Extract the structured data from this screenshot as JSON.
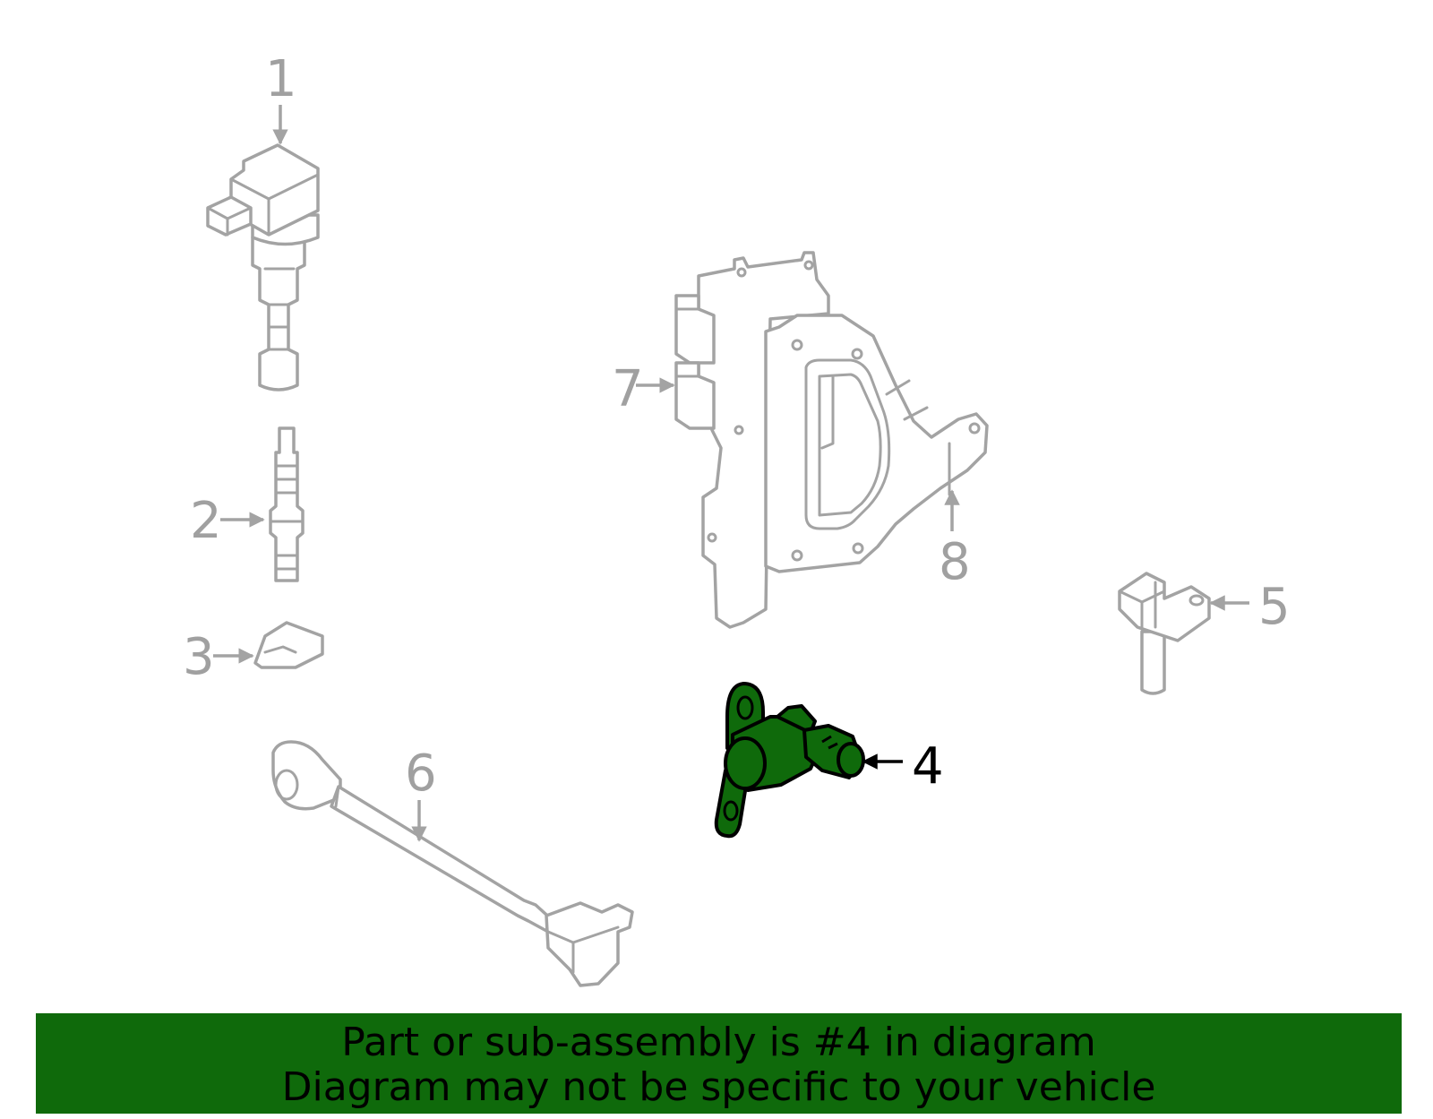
{
  "callouts": {
    "c1": "1",
    "c2": "2",
    "c3": "3",
    "c4": "4",
    "c5": "5",
    "c6": "6",
    "c7": "7",
    "c8": "8"
  },
  "highlighted_part": "4",
  "colors": {
    "highlight_fill": "#0f6a0b",
    "banner_bg": "#0f6a0b",
    "line_grey": "#a3a3a3"
  },
  "banner": {
    "line1": "Part or sub-assembly is #4 in diagram",
    "line2": "Diagram may not be specific to your vehicle"
  }
}
